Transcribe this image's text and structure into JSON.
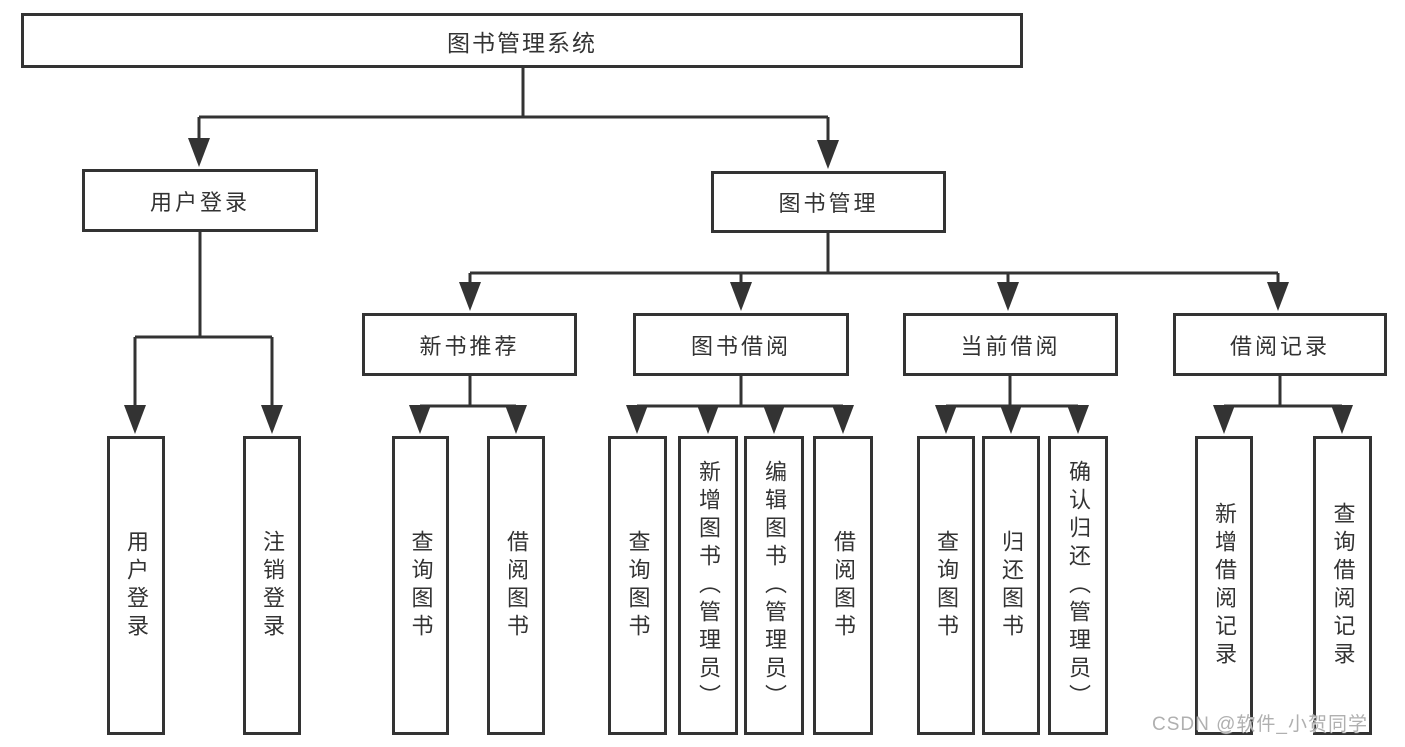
{
  "diagram": {
    "type": "tree",
    "colors": {
      "line": "#333333",
      "box_border": "#333333",
      "box_bg": "#ffffff",
      "text": "#333333",
      "watermark_text": "#b0b0b0"
    },
    "root": {
      "label": "图书管理系统"
    },
    "branches": [
      {
        "label": "用户登录",
        "leaves": [
          {
            "label": "用户登录"
          },
          {
            "label": "注销登录"
          }
        ]
      },
      {
        "label": "图书管理",
        "groups": [
          {
            "label": "新书推荐",
            "leaves": [
              {
                "label": "查询图书"
              },
              {
                "label": "借阅图书"
              }
            ]
          },
          {
            "label": "图书借阅",
            "leaves": [
              {
                "label": "查询图书"
              },
              {
                "label": "新增图书（管理员）"
              },
              {
                "label": "编辑图书（管理员）"
              },
              {
                "label": "借阅图书"
              }
            ]
          },
          {
            "label": "当前借阅",
            "leaves": [
              {
                "label": "查询图书"
              },
              {
                "label": "归还图书"
              },
              {
                "label": "确认归还（管理员）"
              }
            ]
          },
          {
            "label": "借阅记录",
            "leaves": [
              {
                "label": "新增借阅记录"
              },
              {
                "label": "查询借阅记录"
              }
            ]
          }
        ]
      }
    ]
  },
  "watermark": {
    "text": "CSDN @软件_小贺同学"
  }
}
